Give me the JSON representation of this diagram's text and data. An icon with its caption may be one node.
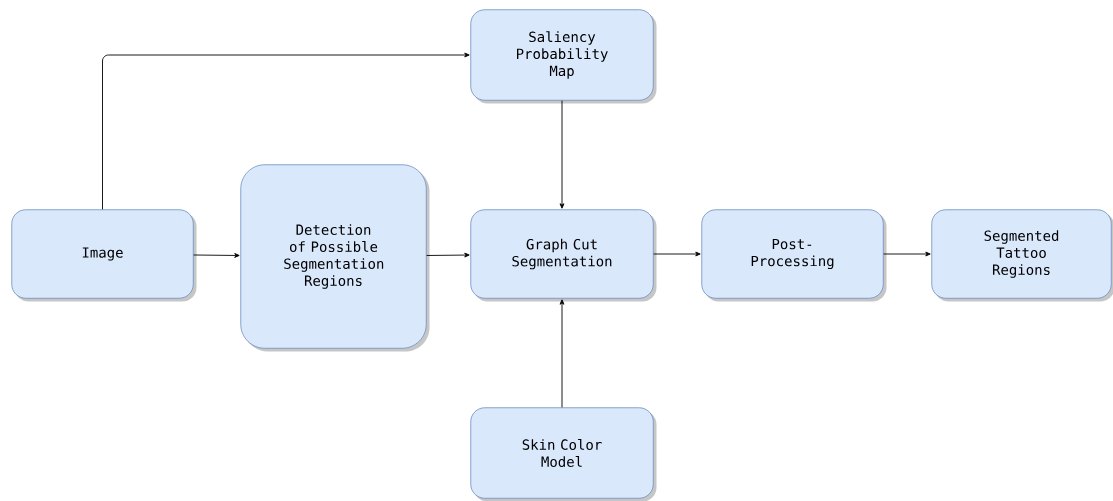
{
  "diagram": {
    "nodes": [
      {
        "text": [
          "Image"
        ]
      },
      {
        "text": [
          "Detection of Possible Segmentation Regions"
        ]
      },
      {
        "text": [
          "Saliency Probability Map"
        ]
      },
      {
        "text": [
          "Graph Cut Segmentation"
        ]
      },
      {
        "text": [
          "Post-Processing"
        ]
      },
      {
        "text": [
          "Segmented Tattoo Regions"
        ]
      },
      {
        "text": [
          "Skin Color Model"
        ]
      }
    ],
    "edges": [
      {
        "from": 0,
        "to": 1,
        "arrow": "to"
      },
      {
        "from": 0,
        "to": 2,
        "arrow": "to"
      },
      {
        "from": 2,
        "to": 3,
        "arrow": "to"
      },
      {
        "from": 1,
        "to": 3,
        "arrow": "to"
      },
      {
        "from": 3,
        "to": 4,
        "arrow": "to"
      },
      {
        "from": 4,
        "to": 5,
        "arrow": "to"
      },
      {
        "from": 6,
        "to": 3,
        "arrow": "to"
      }
    ]
  }
}
